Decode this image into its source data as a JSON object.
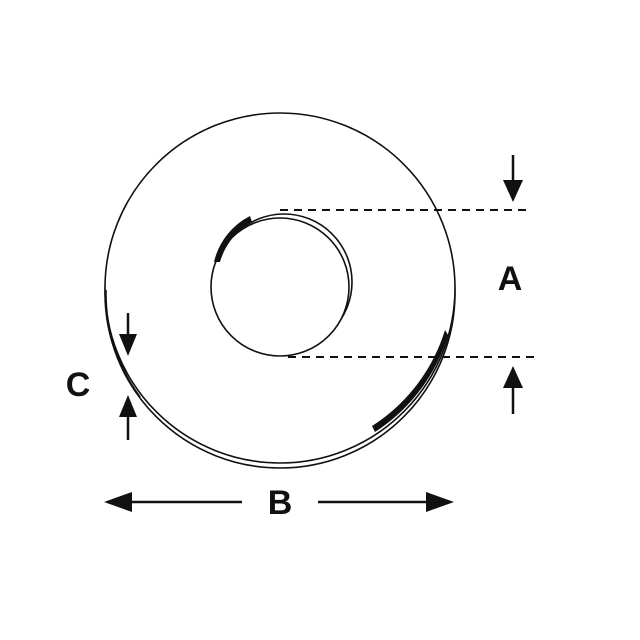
{
  "labels": {
    "inner_diameter": "A",
    "outer_diameter": "B",
    "thickness": "C"
  },
  "colors": {
    "stroke": "#111111",
    "background": "#ffffff"
  }
}
